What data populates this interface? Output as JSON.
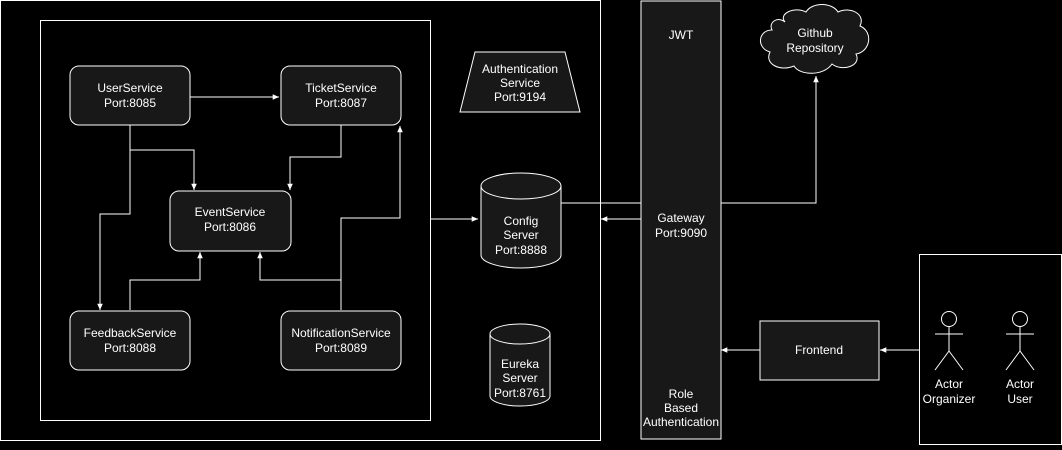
{
  "diagram": {
    "colors": {
      "background": "#000000",
      "node_fill": "#181818",
      "stroke": "#ffffff",
      "text": "#ffffff"
    },
    "nodes": {
      "user_service": {
        "line1": "UserService",
        "line2": "Port:8085"
      },
      "ticket_service": {
        "line1": "TicketService",
        "line2": "Port:8087"
      },
      "event_service": {
        "line1": "EventService",
        "line2": "Port:8086"
      },
      "feedback_service": {
        "line1": "FeedbackService",
        "line2": "Port:8088"
      },
      "notification_service": {
        "line1": "NotificationService",
        "line2": "Port:8089"
      },
      "authentication_service": {
        "line1": "Authentication",
        "line2": "Service",
        "line3": "Port:9194"
      },
      "config_server": {
        "line1": "Config",
        "line2": "Server",
        "line3": "Port:8888"
      },
      "eureka_server": {
        "line1": "Eureka",
        "line2": "Server",
        "line3": "Port:8761"
      },
      "github_repository": {
        "line1": "Github",
        "line2": "Repository"
      },
      "gateway": {
        "top": "JWT",
        "middle1": "Gateway",
        "middle2": "Port:9090",
        "bottom1": "Role",
        "bottom2": "Based",
        "bottom3": "Authentication"
      },
      "frontend": {
        "label": "Frontend"
      },
      "actor_organizer": {
        "line1": "Actor",
        "line2": "Organizer"
      },
      "actor_user": {
        "line1": "Actor",
        "line2": "User"
      }
    }
  }
}
